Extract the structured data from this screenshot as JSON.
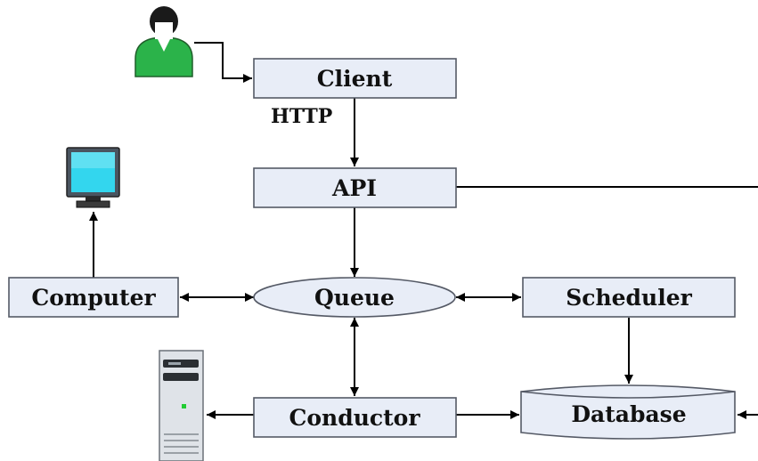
{
  "nodes": {
    "client": "Client",
    "api": "API",
    "queue": "Queue",
    "computer": "Computer",
    "scheduler": "Scheduler",
    "conductor": "Conductor",
    "database": "Database"
  },
  "edge_labels": {
    "http": "HTTP"
  },
  "icons": {
    "user": "user-icon",
    "monitor": "monitor-icon",
    "server": "server-tower-icon"
  },
  "colors": {
    "box_fill": "#e8edf7",
    "box_stroke": "#555a66",
    "user": "#2bb34a",
    "monitor_screen": "#33d6ee"
  }
}
